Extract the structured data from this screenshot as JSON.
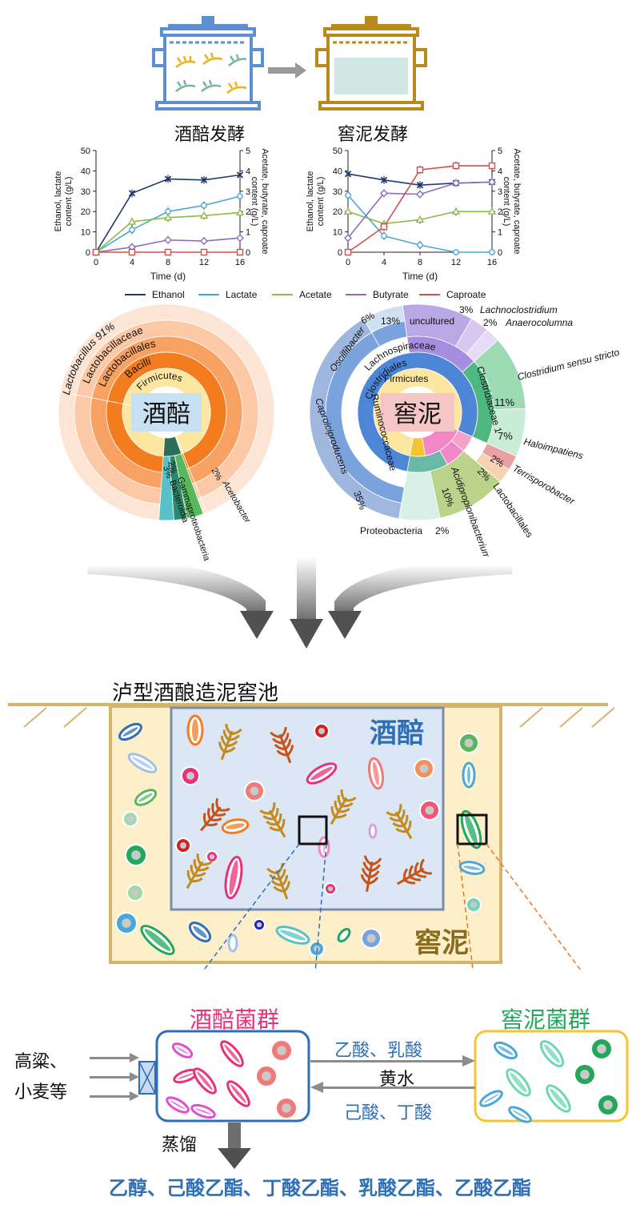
{
  "pots": {
    "left_label": "酒醅发酵",
    "right_label": "窖泥发酵"
  },
  "chart_data": [
    {
      "type": "line",
      "x": [
        0,
        4,
        8,
        12,
        16
      ],
      "xlabel": "Time (d)",
      "ylabel_left": "Ethanol, lactate content (g/L)",
      "ylabel_right": "Acetate, butyrate, caproate content (g/L)",
      "ylim_left": [
        0,
        50
      ],
      "ylim_right": [
        0,
        5
      ],
      "x_ticks": [
        "0",
        "4",
        "8",
        "12",
        "16"
      ],
      "y_left_ticks": [
        "0",
        "10",
        "20",
        "30",
        "40",
        "50"
      ],
      "y_right_ticks": [
        "0",
        "1",
        "2",
        "3",
        "4",
        "5"
      ],
      "series": [
        {
          "name": "Ethanol",
          "axis": "left",
          "values": [
            0,
            29,
            36,
            35.5,
            38
          ],
          "color": "#1f3a6e"
        },
        {
          "name": "Lactate",
          "axis": "left",
          "values": [
            0,
            11,
            20,
            23,
            27.5
          ],
          "color": "#4aa8d8"
        },
        {
          "name": "Acetate",
          "axis": "right",
          "values": [
            0,
            1.5,
            1.7,
            1.8,
            1.95
          ],
          "color": "#8dbb4a"
        },
        {
          "name": "Butyrate",
          "axis": "right",
          "values": [
            0,
            0.25,
            0.6,
            0.55,
            0.7
          ],
          "color": "#8e6bbf"
        },
        {
          "name": "Caproate",
          "axis": "right",
          "values": [
            0,
            0,
            0,
            0,
            0
          ],
          "color": "#d0504a"
        }
      ]
    },
    {
      "type": "line",
      "x": [
        0,
        4,
        8,
        12,
        16
      ],
      "xlabel": "Time (d)",
      "ylabel_left": "Ethanol, lactate content (g/L)",
      "ylabel_right": "Acetate, butyrate, caproate content (g/L)",
      "ylim_left": [
        0,
        50
      ],
      "ylim_right": [
        0,
        5
      ],
      "x_ticks": [
        "0",
        "4",
        "8",
        "12",
        "16"
      ],
      "y_left_ticks": [
        "0",
        "10",
        "20",
        "30",
        "40",
        "50"
      ],
      "y_right_ticks": [
        "0",
        "1",
        "2",
        "3",
        "4",
        "5"
      ],
      "series": [
        {
          "name": "Ethanol",
          "axis": "left",
          "values": [
            38.5,
            35.5,
            33,
            34,
            34.5
          ],
          "color": "#1f3a6e"
        },
        {
          "name": "Lactate",
          "axis": "left",
          "values": [
            28,
            8,
            3.5,
            0,
            0
          ],
          "color": "#4aa8d8"
        },
        {
          "name": "Acetate",
          "axis": "right",
          "values": [
            2.0,
            1.4,
            1.6,
            2.0,
            2.0
          ],
          "color": "#8dbb4a"
        },
        {
          "name": "Butyrate",
          "axis": "right",
          "values": [
            0.7,
            2.9,
            2.85,
            3.4,
            3.45
          ],
          "color": "#8e6bbf"
        },
        {
          "name": "Caproate",
          "axis": "right",
          "values": [
            0,
            1.25,
            4.05,
            4.25,
            4.25
          ],
          "color": "#d0504a"
        }
      ]
    }
  ],
  "legend": [
    "Ethanol",
    "Lactate",
    "Acetate",
    "Butyrate",
    "Caproate"
  ],
  "sunburst_left": {
    "center": "酒醅",
    "labels": {
      "lactobacillus": "Lactobacillus",
      "pct91": "91%",
      "lactobacillaceae": "Lactobacillaceae",
      "lactobacillales": "Lactobacillales",
      "bacilli": "Bacilli",
      "firmicutes": "Firmicutes",
      "pct2a": "2%",
      "pct3": "3%",
      "pct2b": "2%",
      "gamma": "Gammaproteobacteria",
      "bacteroidia": "Bacteroidia",
      "acetobacter": "Acetobacter"
    }
  },
  "sunburst_right": {
    "center": "窖泥",
    "labels": {
      "oscillibacter": "Oscillibacter",
      "pct6": "6%",
      "pct13": "13%",
      "uncultured": "uncultured",
      "pct3": "3%",
      "lachnoclostridium": "Lachnoclostridium",
      "pct2a": "2%",
      "anaerocolumna": "Anaerocolumna",
      "lachnospiraceae": "Lachnospiraceae",
      "clostridiales": "Clostridiales",
      "firmicutes": "Firmicutes",
      "clostridiaceae": "Clostridiaceae 1",
      "clostridium": "Clostridium sensu stricto",
      "pct11": "11%",
      "pct7": "7%",
      "haloimpatiens": "Haloimpatiens",
      "pct2b": "2%",
      "terrisporobacter": "Terrisporobacter",
      "pct2c": "2%",
      "lactobacillales": "Lactobacillales",
      "ruminococcaceae": "Ruminococcaceae",
      "caproiciproducens": "Caproiciproducens",
      "pct35": "35%",
      "acidipropionibacterium": "Acidipropionibacterium",
      "pct10": "10%",
      "proteobacteria": "Proteobacteria",
      "pct2d": "2%"
    }
  },
  "pit": {
    "title": "泸型酒酿造泥窖池",
    "grains_label": "酒醅",
    "mud_label": "窖泥"
  },
  "flow": {
    "grains_group": "酒醅菌群",
    "mud_group": "窖泥菌群",
    "input_label_1": "高粱、",
    "input_label_2": "小麦等",
    "top_arrow": "乙酸、乳酸",
    "middle_arrow": "黄水",
    "bottom_arrow": "己酸、丁酸",
    "distill": "蒸馏",
    "products": "乙醇、己酸乙酯、丁酸乙酯、乳酸乙酯、乙酸乙酯"
  }
}
